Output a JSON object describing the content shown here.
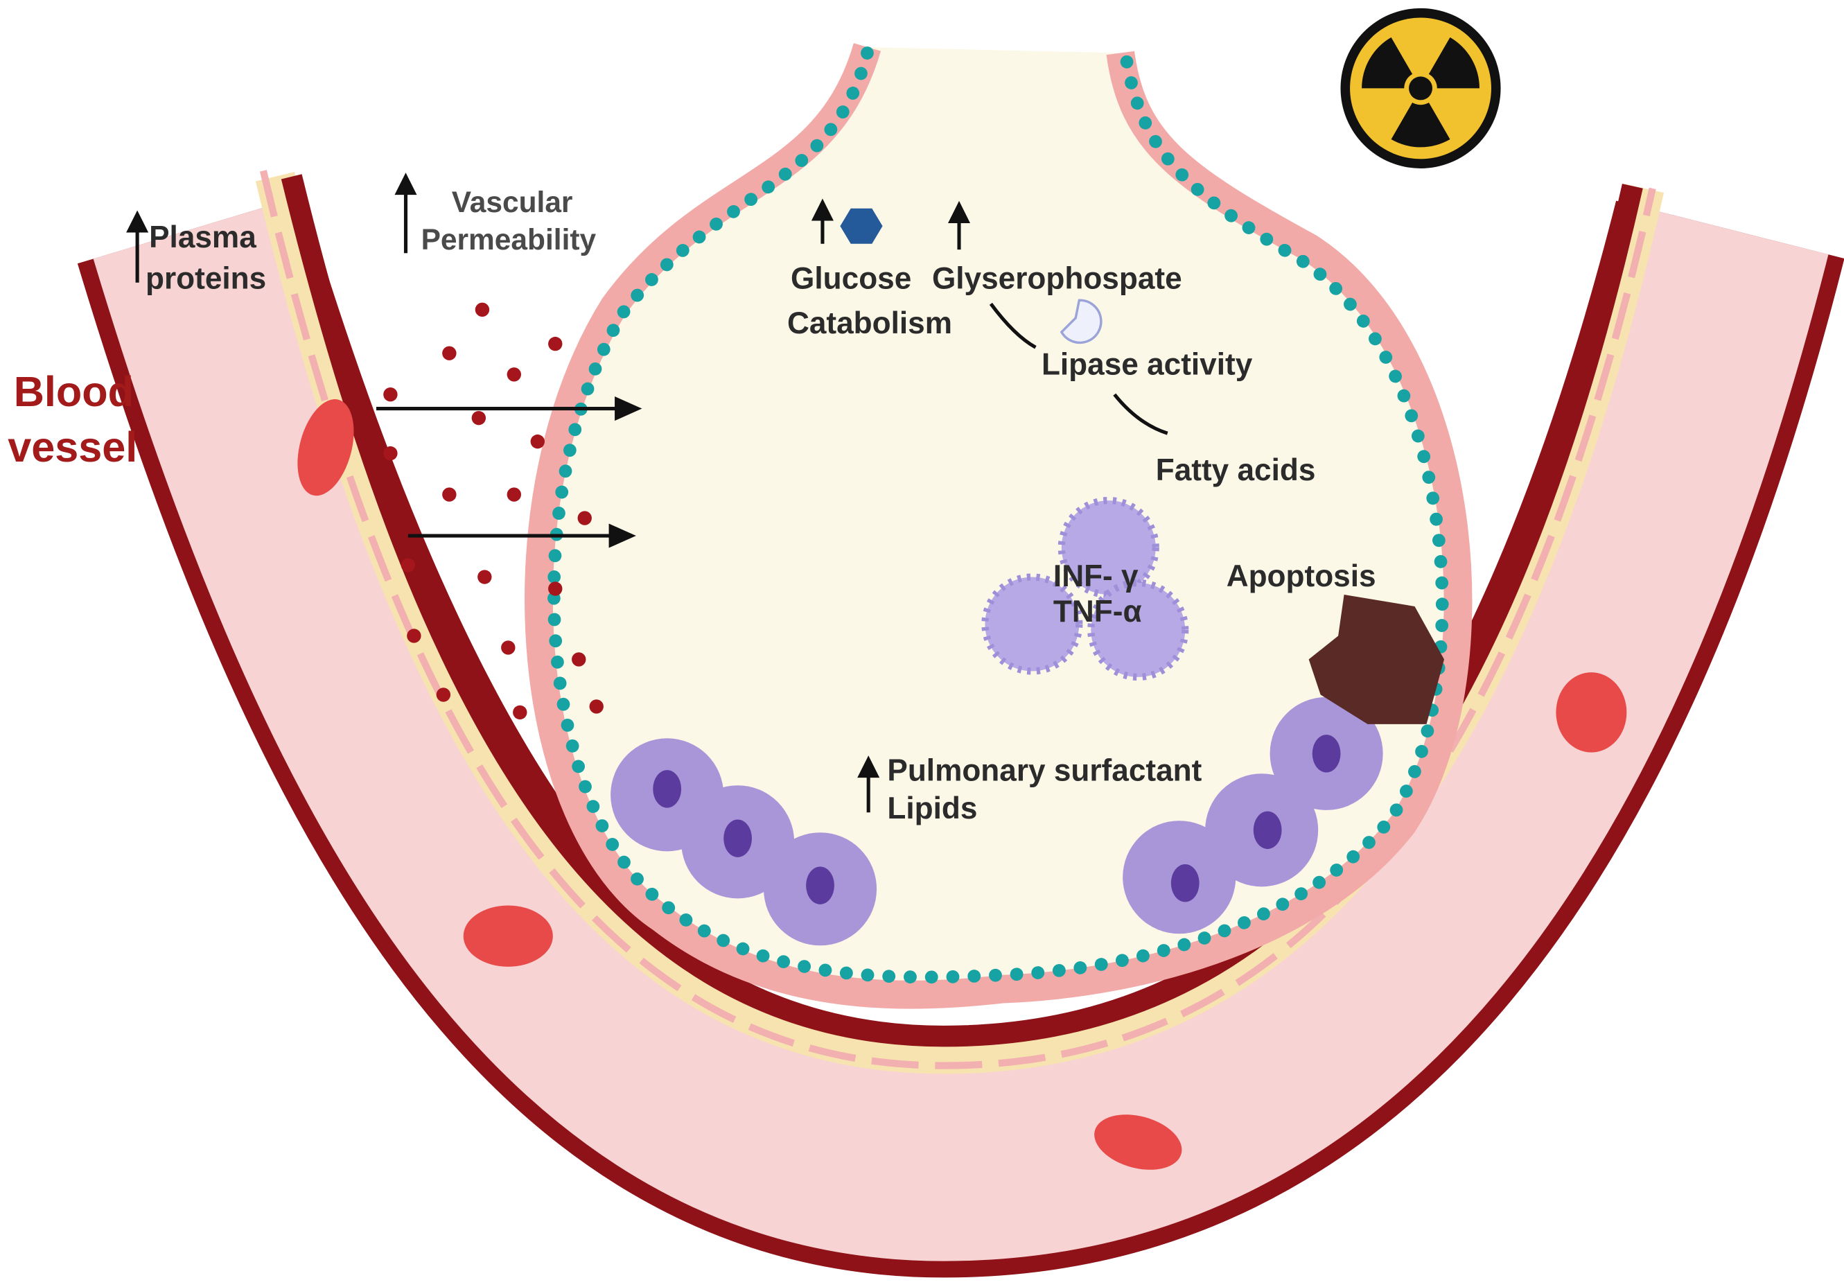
{
  "labels": {
    "plasma_proteins_1": "Plasma",
    "plasma_proteins_2": "proteins",
    "vascular_1": "Vascular",
    "vascular_2": "Permeability",
    "blood_1": "Blood",
    "blood_2": "vessel",
    "glucose": "Glucose",
    "catabolism": "Catabolism",
    "glycerophosphate": "Glyserophospate",
    "lipase": "Lipase activity",
    "fatty_acids": "Fatty acids",
    "inf": "INF- γ",
    "tnf": "TNF-α",
    "apoptosis": "Apoptosis",
    "surfactant_1": "Pulmonary surfactant",
    "surfactant_2": "Lipids"
  },
  "icons": {
    "radiation": "radiation-hazard-icon",
    "glucose": "hexagon-glucose-icon",
    "lipase": "enzyme-icon"
  },
  "colors": {
    "vessel_wall": "#8e1217",
    "vessel_lumen": "#f8d3d3",
    "endothelium": "#f7e3b0",
    "alveolus_fill": "#fcf8e8",
    "surfactant": "#17a3a3",
    "macrophage": "#a996d8",
    "rbc": "#e84a4a",
    "radiation_yellow": "#f2c12e"
  }
}
